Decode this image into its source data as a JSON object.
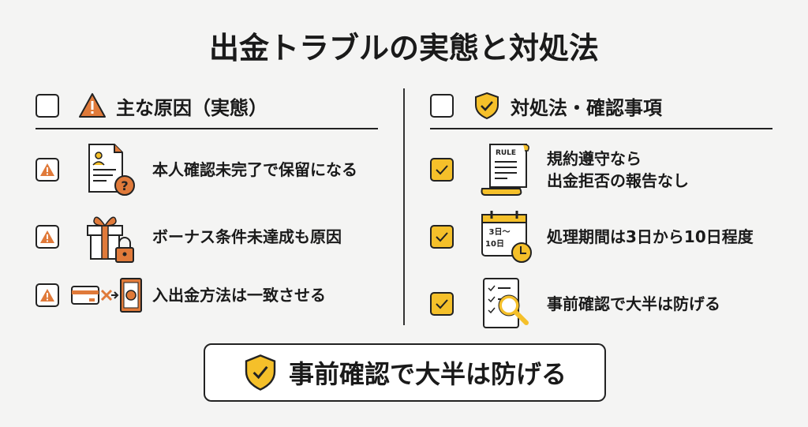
{
  "title": "出金トラブルの実態と対処法",
  "colors": {
    "orange": "#e07a3a",
    "yellow": "#f5c02a"
  },
  "left": {
    "header": "主な原因（実態）",
    "header_icon": "warning-icon",
    "items": [
      {
        "text": "本人確認未完了で保留になる",
        "icon": "id-document-question-icon"
      },
      {
        "text": "ボーナス条件未達成も原因",
        "icon": "locked-gift-icon"
      },
      {
        "text": "入出金方法は一致させる",
        "icon": "card-mismatch-icon"
      }
    ]
  },
  "right": {
    "header": "対処法・確認事項",
    "header_icon": "shield-check-icon",
    "items": [
      {
        "text": "規約遵守なら\n出金拒否の報告なし",
        "line1": "規約遵守なら",
        "line2": "出金拒否の報告なし",
        "icon": "rule-scroll-icon",
        "icon_label": "RULE"
      },
      {
        "text": "処理期間は3日から10日程度",
        "icon": "calendar-clock-icon",
        "icon_label1": "3日〜",
        "icon_label2": "10日"
      },
      {
        "text": "事前確認で大半は防げる",
        "icon": "checklist-search-icon"
      }
    ]
  },
  "bottom": {
    "text": "事前確認で大半は防げる",
    "icon": "shield-check-icon"
  }
}
